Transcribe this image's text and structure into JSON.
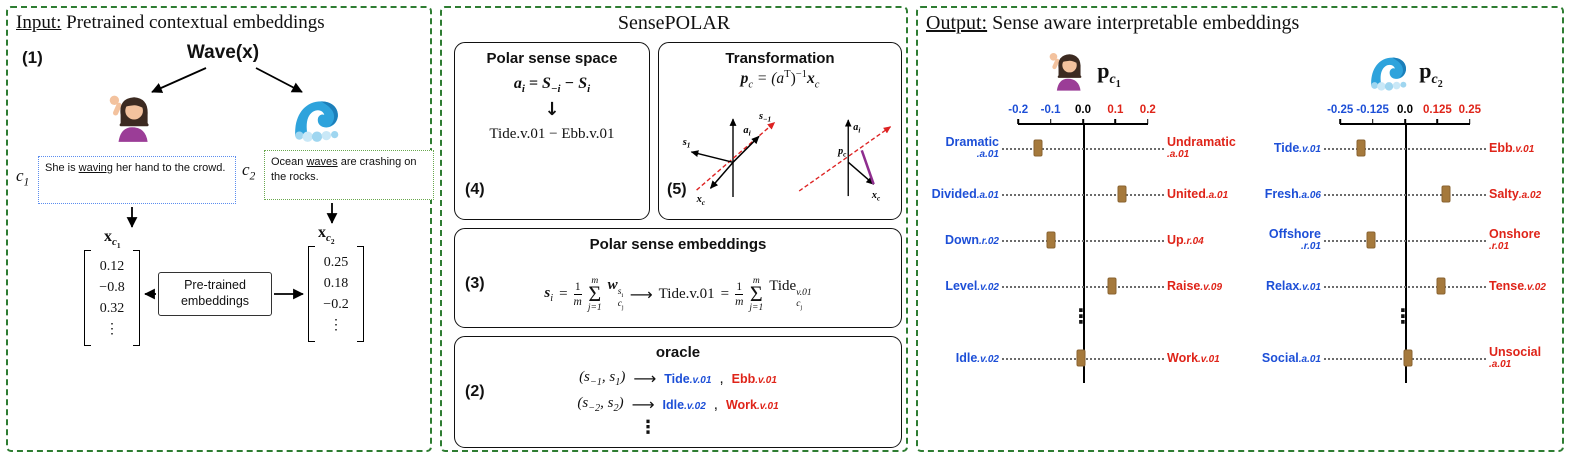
{
  "colors": {
    "blue": "#1d4fd7",
    "red": "#df2419",
    "marker": "#a5793c",
    "green": "#2e7d32",
    "purple": "#8e2d8e",
    "c1box": "#5b8def",
    "c2box": "#6aa84f"
  },
  "input_panel": {
    "title_prefix": "Input:",
    "title_rest": " Pretrained contextual embeddings",
    "step": "(1)",
    "word": "Wave(x)",
    "c1": {
      "base": "c",
      "sub": "1",
      "pre": "She is ",
      "underlined": "waving",
      "post": " her hand to the crowd."
    },
    "c2": {
      "base": "c",
      "sub": "2",
      "pre": "Ocean ",
      "underlined": "waves",
      "post": " are crashing on the rocks."
    },
    "vec1": {
      "base": "x",
      "sub": "c",
      "subsub": "1",
      "values": [
        "0.12",
        "−0.8",
        "0.32",
        "⋮"
      ]
    },
    "vec2": {
      "base": "x",
      "sub": "c",
      "subsub": "2",
      "values": [
        "0.25",
        "0.18",
        "−0.2",
        "⋮"
      ]
    },
    "pretrained": {
      "line1": "Pre-trained",
      "line2": "embeddings"
    }
  },
  "sensepolar": {
    "title": "SensePOLAR",
    "box4": {
      "step": "(4)",
      "header": "Polar sense space",
      "f": {
        "a": "a",
        "ai": "i",
        "m1": " = S",
        "s1": "−i",
        "m2": " − S",
        "s2": "i"
      },
      "down_arrow": "↓",
      "result": "Tide.v.01 − Ebb.v.01"
    },
    "box5": {
      "step": "(5)",
      "header": "Transformation",
      "f": {
        "p": "p",
        "psub": "c",
        "m1": " = (a",
        "sup1": "T",
        "m2": ")",
        "sup2": "−1",
        "x": "x",
        "xsub": "c"
      },
      "diag1": {
        "a": "a",
        "asub": "i",
        "s1": "s",
        "s1sub": "1",
        "sm": "s",
        "smsub": "−1",
        "x": "x",
        "xsub": "c"
      },
      "diag2": {
        "a": "a",
        "asub": "i",
        "p": "p",
        "psub": "c",
        "x": "x",
        "xsub": "c"
      }
    },
    "box3": {
      "step": "(3)",
      "header": "Polar sense embeddings",
      "f": {
        "lhs": "s",
        "lhs_sub": "i",
        "eq": "=",
        "num": "1",
        "den": "m",
        "sigma": "Σ",
        "top": "m",
        "bot": "j=1",
        "base": "w",
        "sup_b": "s",
        "sup_s": "i",
        "sub_b": "c",
        "sub_s": "j",
        "arrow": "⟶",
        "lhs2": "Tide.v.01",
        "eq2": "=",
        "num2": "1",
        "den2": "m",
        "sigma2": "Σ",
        "top2": "m",
        "bot2": "j=1",
        "base2": "Tide",
        "sup2": "v.01",
        "sub2_b": "c",
        "sub2_s": "j"
      }
    },
    "box2": {
      "step": "(2)",
      "header": "oracle",
      "rows": [
        {
          "p1": "(s",
          "p1s": "−1",
          "p2": ", s",
          "p2s": "1",
          "p3": ")",
          "arrow": "⟶",
          "pos": "Tide",
          "pos_sfx": ".v.01",
          "comma": ",",
          "neg": "Ebb",
          "neg_sfx": ".v.01"
        },
        {
          "p1": "(s",
          "p1s": "−2",
          "p2": ", s",
          "p2s": "2",
          "p3": ")",
          "arrow": "⟶",
          "pos": "Idle",
          "pos_sfx": ".v.02",
          "comma": ",",
          "neg": "Work",
          "neg_sfx": ".v.01"
        }
      ],
      "dots": "⋮"
    }
  },
  "output": {
    "title_prefix": "Output:",
    "title_rest": " Sense aware interpretable embeddings",
    "dots_glyph": "⋮",
    "charts": [
      {
        "icon": "person-raising-hand",
        "label": "p",
        "sub_base": "c",
        "sub_digit": "1",
        "range": [
          -0.25,
          0.25
        ],
        "ticks": [
          {
            "label": "-0.2",
            "value": -0.2,
            "color": "blue"
          },
          {
            "label": "-0.1",
            "value": -0.1,
            "color": "blue"
          },
          {
            "label": "0.0",
            "value": 0.0,
            "color": "black"
          },
          {
            "label": "0.1",
            "value": 0.1,
            "color": "red"
          },
          {
            "label": "0.2",
            "value": 0.2,
            "color": "red"
          }
        ],
        "rows": [
          {
            "left": {
              "word": "Dramatic",
              "suffix": ".a.01",
              "stacked": true
            },
            "right": {
              "word": "Undramatic",
              "suffix": ".a.01",
              "stacked": true
            },
            "value": -0.14
          },
          {
            "left": {
              "word": "Divided",
              "suffix": ".a.01"
            },
            "right": {
              "word": "United",
              "suffix": ".a.01"
            },
            "value": 0.12
          },
          {
            "left": {
              "word": "Down",
              "suffix": ".r.02"
            },
            "right": {
              "word": "Up",
              "suffix": ".r.04"
            },
            "value": -0.1
          },
          {
            "left": {
              "word": "Level",
              "suffix": ".v.02"
            },
            "right": {
              "word": "Raise",
              "suffix": ".v.09"
            },
            "value": 0.09
          },
          {
            "type": "dots"
          },
          {
            "left": {
              "word": "Idle",
              "suffix": ".v.02"
            },
            "right": {
              "word": "Work",
              "suffix": ".v.01"
            },
            "value": -0.005
          }
        ]
      },
      {
        "icon": "water-wave",
        "label": "p",
        "sub_base": "c",
        "sub_digit": "2",
        "range": [
          -0.3125,
          0.3125
        ],
        "ticks": [
          {
            "label": "-0.25",
            "value": -0.25,
            "color": "blue"
          },
          {
            "label": "-0.125",
            "value": -0.125,
            "color": "blue"
          },
          {
            "label": "0.0",
            "value": 0.0,
            "color": "black"
          },
          {
            "label": "0.125",
            "value": 0.125,
            "color": "red"
          },
          {
            "label": "0.25",
            "value": 0.25,
            "color": "red"
          }
        ],
        "rows": [
          {
            "left": {
              "word": "Tide",
              "suffix": ".v.01"
            },
            "right": {
              "word": "Ebb",
              "suffix": ".v.01"
            },
            "value": -0.17
          },
          {
            "left": {
              "word": "Fresh",
              "suffix": ".a.06"
            },
            "right": {
              "word": "Salty",
              "suffix": ".a.02"
            },
            "value": 0.16
          },
          {
            "left": {
              "word": "Offshore",
              "suffix": ".r.01",
              "stacked": true
            },
            "right": {
              "word": "Onshore",
              "suffix": ".r.01",
              "stacked": true
            },
            "value": -0.13
          },
          {
            "left": {
              "word": "Relax",
              "suffix": ".v.01"
            },
            "right": {
              "word": "Tense",
              "suffix": ".v.02"
            },
            "value": 0.14
          },
          {
            "type": "dots"
          },
          {
            "left": {
              "word": "Social",
              "suffix": ".a.01"
            },
            "right": {
              "word": "Unsocial",
              "suffix": ".a.01",
              "stacked": true
            },
            "value": 0.01
          }
        ]
      }
    ]
  }
}
